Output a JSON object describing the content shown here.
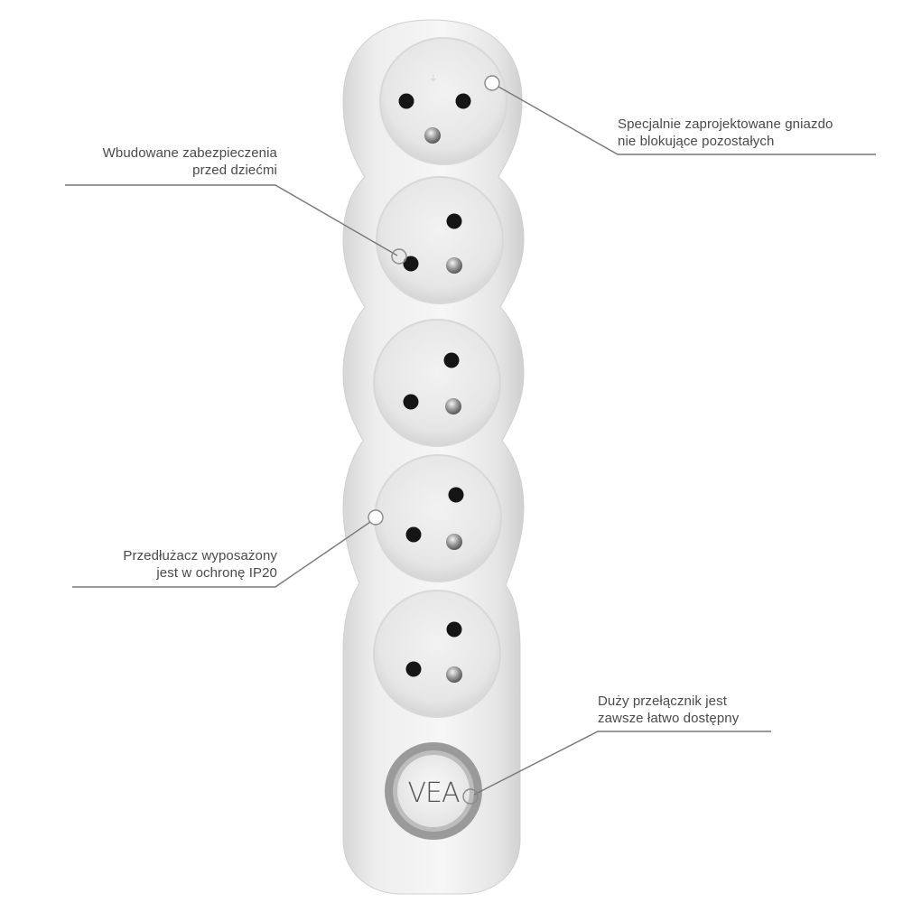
{
  "callouts": {
    "socket_design": {
      "line1": "Specjalnie zaprojektowane gniazdo",
      "line2": "nie blokujące pozostałych"
    },
    "child_protection": {
      "line1": "Wbudowane zabezpieczenia",
      "line2": "przed dziećmi"
    },
    "ip20": {
      "line1": "Przedłużacz wyposażony",
      "line2": "jest w ochronę IP20"
    },
    "switch": {
      "line1": "Duży przełącznik jest",
      "line2": "zawsze łatwo dostępny"
    }
  },
  "product": {
    "brand_logo": "VEA",
    "socket_count": 5
  },
  "colors": {
    "background": "#ffffff",
    "body": "#ececec",
    "socket_recess": "#e4e4e4",
    "switch_ring": "#8a8a8a",
    "callout_text": "#4a4a4a",
    "callout_line": "#777777"
  }
}
